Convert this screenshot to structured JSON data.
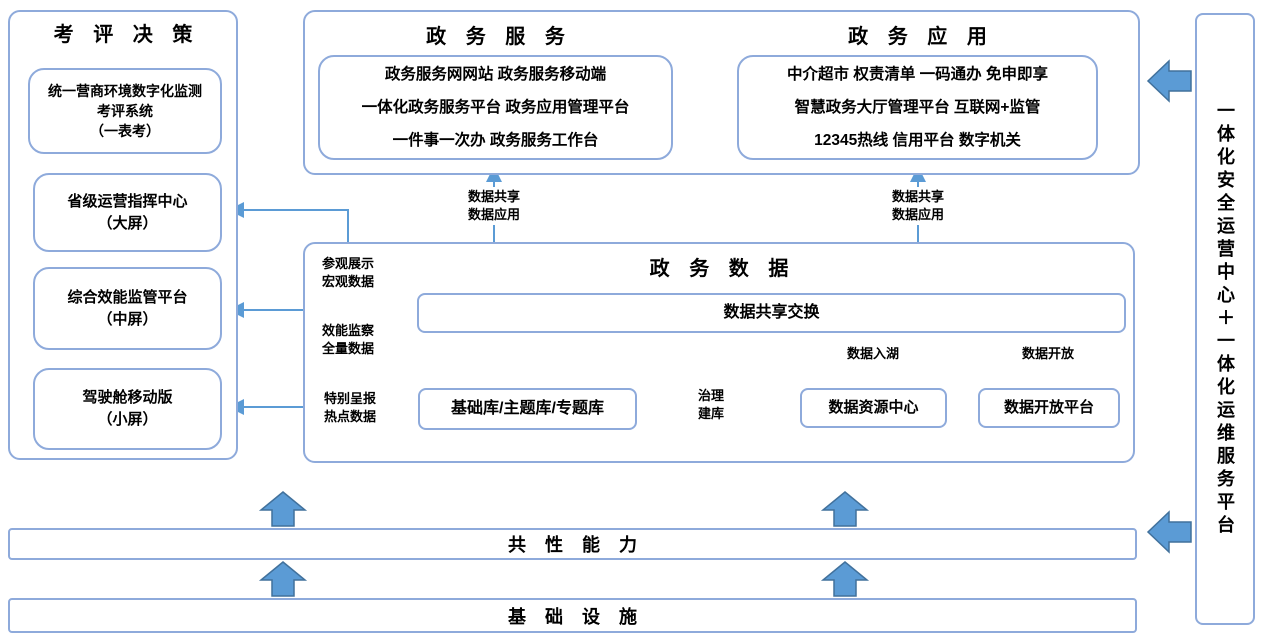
{
  "left_panel": {
    "title": "考 评 决 策",
    "boxes": [
      {
        "lines": [
          "统一营商环境数字化监测",
          "考评系统",
          "（一表考）"
        ]
      },
      {
        "lines": [
          "省级运营指挥中心",
          "（大屏）"
        ]
      },
      {
        "lines": [
          "综合效能监管平台",
          "（中屏）"
        ]
      },
      {
        "lines": [
          "驾驶舱移动版",
          "（小屏）"
        ]
      }
    ]
  },
  "top_panel": {
    "service": {
      "title": "政 务 服 务",
      "lines": [
        "政务服务网网站 政务服务移动端",
        "一体化政务服务平台 政务应用管理平台",
        "一件事一次办 政务服务工作台"
      ]
    },
    "application": {
      "title": "政 务 应 用",
      "lines": [
        "中介超市 权责清单 一码通办 免申即享",
        "智慧政务大厅管理平台 互联网+监管",
        "12345热线 信用平台 数字机关"
      ]
    }
  },
  "data_panel": {
    "title": "政 务 数 据",
    "exchange_bar": "数据共享交换",
    "base_db": "基础库/主题库/专题库",
    "resource_center": "数据资源中心",
    "open_platform": "数据开放平台",
    "lake_label": "数据入湖",
    "open_label": "数据开放",
    "govern_label": {
      "l1": "治理",
      "l2": "建库"
    }
  },
  "link_labels": {
    "share_left": {
      "l1": "数据共享",
      "l2": "数据应用"
    },
    "share_right": {
      "l1": "数据共享",
      "l2": "数据应用"
    },
    "view": {
      "l1": "参观展示",
      "l2": "宏观数据"
    },
    "monitor": {
      "l1": "效能监察",
      "l2": "全量数据"
    },
    "report": {
      "l1": "特别呈报",
      "l2": "热点数据"
    }
  },
  "bottom": {
    "capability": "共 性 能 力",
    "infrastructure": "基 础 设 施"
  },
  "right_panel": {
    "title": "一体化安全运营中心＋一体化运维服务平台"
  },
  "colors": {
    "connector": "#5B9BD5",
    "box_border": "#8EAADB",
    "block_arrow_fill": "#5B9BD5",
    "block_arrow_edge": "#41719C"
  }
}
